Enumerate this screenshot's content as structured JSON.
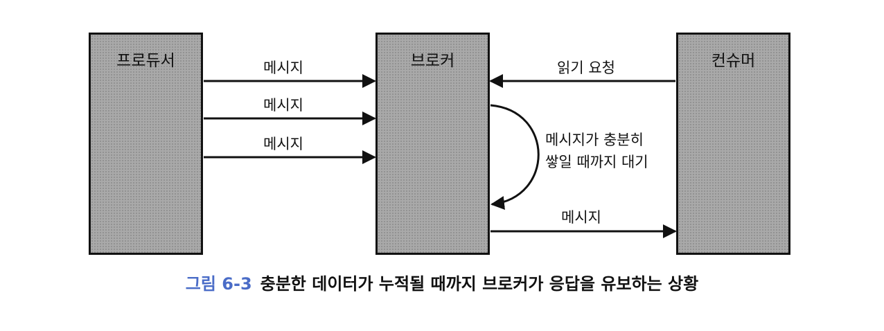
{
  "nodes": {
    "producer": "프로듀서",
    "broker": "브로커",
    "consumer": "컨슈머"
  },
  "edges": {
    "msg1": "메시지",
    "msg2": "메시지",
    "msg3": "메시지",
    "read_request": "읽기 요청",
    "wait_line1": "메시지가 충분히",
    "wait_line2": "쌓일 때까지 대기",
    "response": "메시지"
  },
  "caption": {
    "number": "그림 6-3",
    "text": "충분한 데이터가 누적될 때까지 브로커가 응답을 유보하는 상황"
  }
}
